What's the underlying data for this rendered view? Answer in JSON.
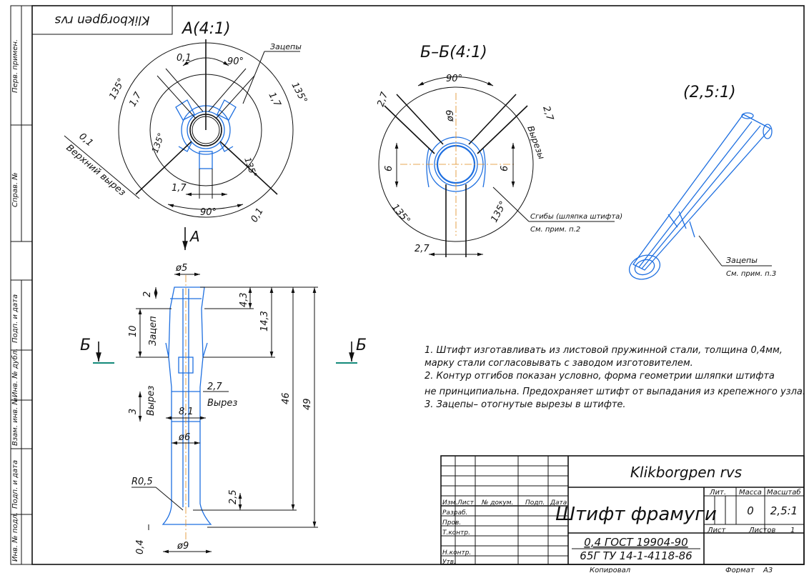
{
  "colors": {
    "line": "#111111",
    "contour": "#1e6fe0",
    "axis": "#e08a1e",
    "section_mark": "#138a7a"
  },
  "side_stamp": [
    "Перв. примен.",
    "Справ. №",
    "Подп. и дата",
    "Инв. № дубл.",
    "Взам. инв. №",
    "Подп. и дата",
    "Инв. № подл."
  ],
  "top_label_rotated": "Klikborgpen rvs",
  "view_a": {
    "title": "A(4:1)",
    "dims": [
      "0,1",
      "90°",
      "135°",
      "135°",
      "1,7",
      "1,7",
      "0,1",
      "135°",
      "135°",
      "1,7",
      "90°",
      "0,1"
    ],
    "leader_zatsepy": "Зацепы",
    "leader_top_cut": "Верхний вырез"
  },
  "view_bb": {
    "title": "Б–Б(4:1)",
    "dims": [
      "90°",
      "2,7",
      "ø9",
      "2,7",
      "6",
      "6",
      "135°",
      "135°",
      "2,7"
    ],
    "vyrezy": "Вырезы",
    "leader_line1": "Сгибы (шляпка штифта)",
    "leader_line2": "См. прим. п.2"
  },
  "iso_view": {
    "title": "(2,5:1)",
    "leader_line1": "Зацепы",
    "leader_line2": "См. прим. п.3"
  },
  "main_view": {
    "arrow_a": "A",
    "section_left": "Б",
    "section_right": "Б",
    "dims": {
      "d5": "ø5",
      "d2": "2",
      "d4_3": "4,3",
      "d14_3": "14,3",
      "d10": "10",
      "zatsep": "Зацеп",
      "d2_7": "2,7",
      "vyrez": "Вырез",
      "d3": "3",
      "vyrez2": "Вырез",
      "d8_1": "8,1",
      "d46": "46",
      "d49": "49",
      "d6": "ø6",
      "r0_5": "R0,5",
      "d2_5": "2,5",
      "d0_4": "0,4",
      "d9": "ø9"
    }
  },
  "notes": [
    "1. Штифт изготавливать из листовой пружинной стали, толщина 0,4мм,",
    "марку стали согласовывать с заводом изготовителем.",
    "2. Контур отгибов показан условно, форма геометрии шляпки штифта",
    " не принципиальна. Предохраняет штифт от выпадания из крепежного узла.",
    "3. Зацепы– отогнутые вырезы в штифте."
  ],
  "title_block": {
    "doc_code": "Klikborgpen rvs",
    "name": "Штифт фрамуги",
    "headers": [
      "Изм.",
      "Лист",
      "№ докум.",
      "Подп.",
      "Дата"
    ],
    "roles": [
      "Разраб.",
      "Пров.",
      "Т.контр.",
      "",
      "Н.контр.",
      "Утв."
    ],
    "lit_label": "Лит.",
    "mass_label": "Масса",
    "scale_label": "Масштаб",
    "mass_value": "0",
    "scale_value": "2,5:1",
    "sheet_label": "Лист",
    "sheets_label": "Листов",
    "sheets_value": "1",
    "material_line1": "0,4 ГОСТ 19904-90",
    "material_line2": "65Г ТУ 14-1-4118-86",
    "copied": "Копировал",
    "format_label": "Формат",
    "format_value": "A3"
  }
}
